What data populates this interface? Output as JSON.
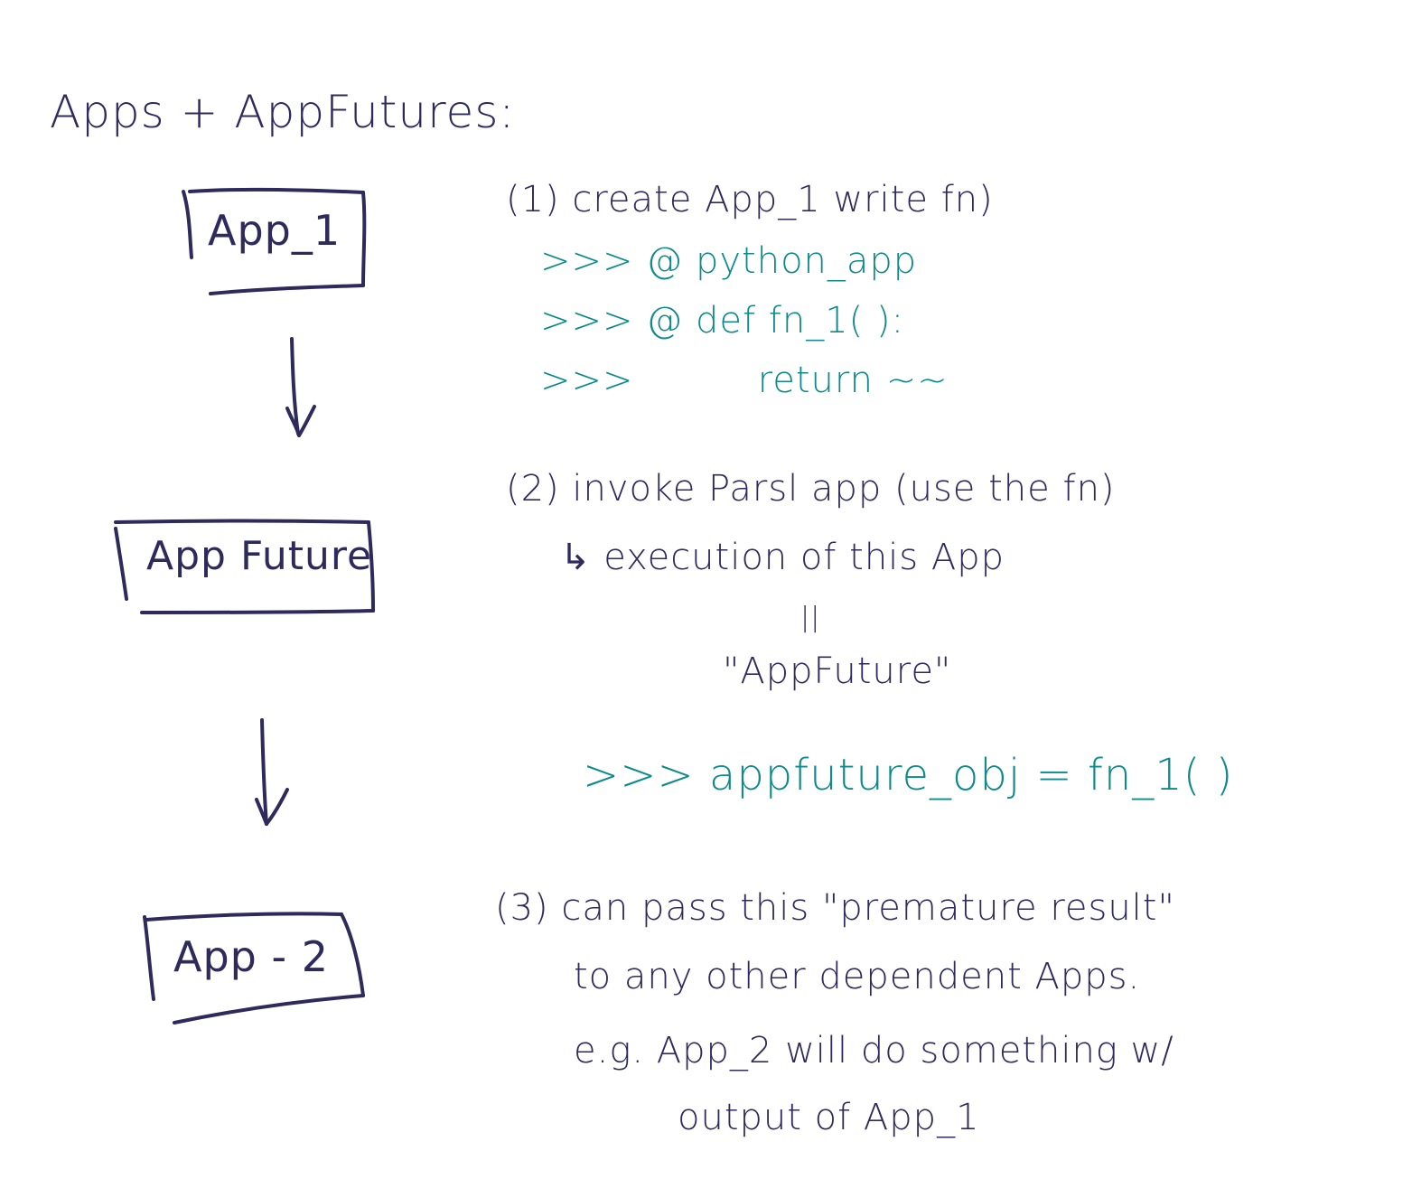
{
  "title": "Apps + AppFutures:",
  "boxes": {
    "app1": "App_1",
    "appfuture": "App Future",
    "app2": "App - 2"
  },
  "step1": {
    "heading": "(1) create App_1 write fn)",
    "code": [
      ">>> @ python_app",
      ">>> @ def fn_1( ):",
      ">>>          return ~~"
    ]
  },
  "step2": {
    "heading": "(2) invoke Parsl app (use the fn)",
    "line2": "↳ execution of this App",
    "equals": "||",
    "result": "\"AppFuture\"",
    "code": ">>> appfuture_obj = fn_1( )"
  },
  "step3": {
    "lines": [
      "(3) can pass this \"premature result\"",
      "to any other dependent Apps.",
      "e.g. App_2 will do something w/",
      "output of App_1"
    ]
  },
  "colors": {
    "ink": "#2e2a5c",
    "code": "#0f8a8c",
    "background": "#ffffff"
  }
}
